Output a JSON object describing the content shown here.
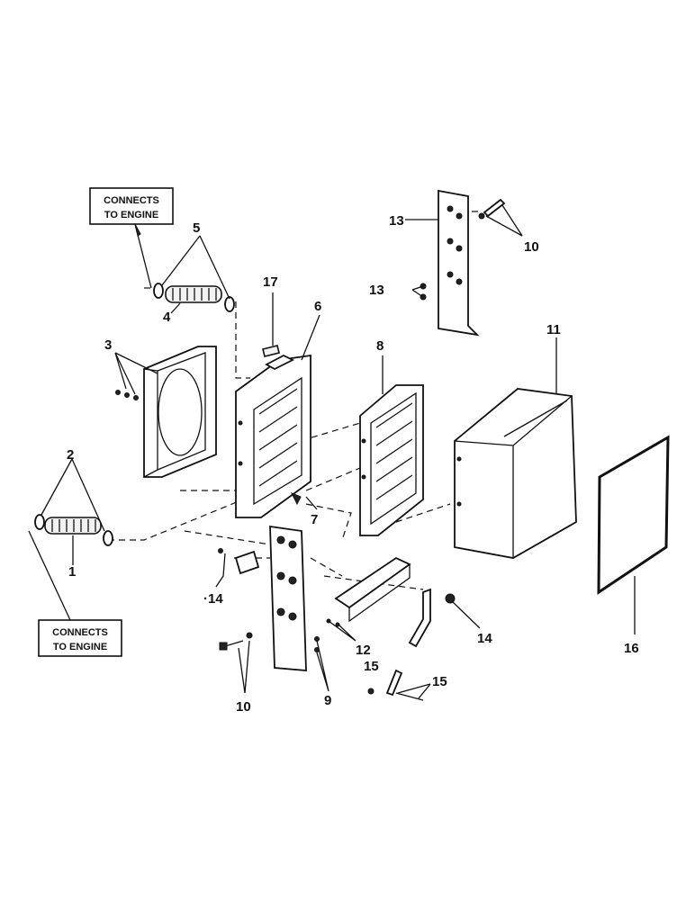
{
  "notes": {
    "top": [
      "CONNECTS",
      "TO ENGINE"
    ],
    "bottom": [
      "CONNECTS",
      "TO ENGINE"
    ]
  },
  "labels": {
    "l1": "1",
    "l2": "2",
    "l3": "3",
    "l4": "4",
    "l5": "5",
    "l6": "6",
    "l7": "7",
    "l8": "8",
    "l9": "9",
    "l10a": "10",
    "l10b": "10",
    "l11": "11",
    "l12": "12",
    "l13a": "13",
    "l13b": "13",
    "l14a": "·14",
    "l14b": "14",
    "l15a": "15",
    "l15b": "15",
    "l16": "16",
    "l17": "17"
  }
}
